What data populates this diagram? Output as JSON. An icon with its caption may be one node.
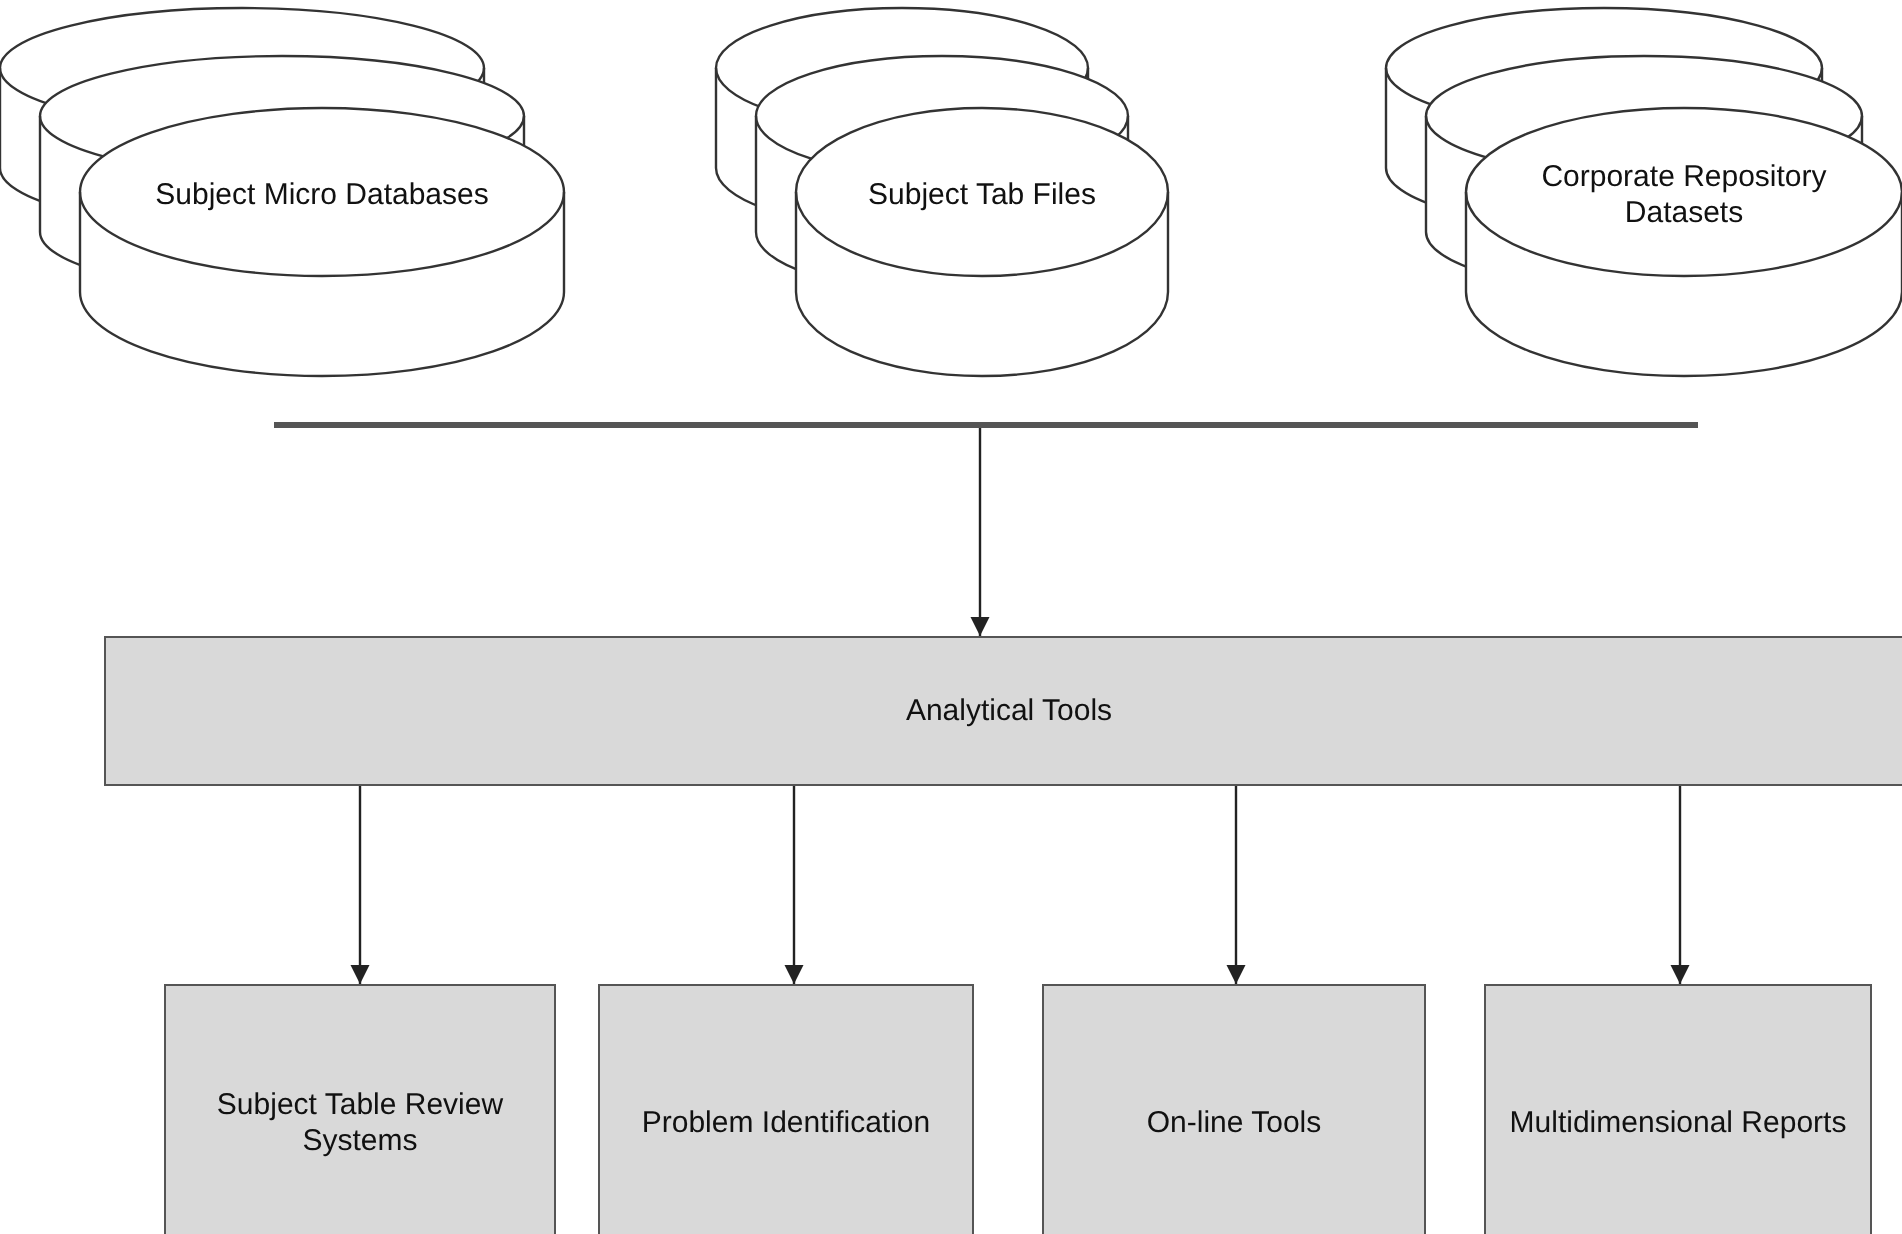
{
  "diagram": {
    "nodes": [
      {
        "text": [
          "Subject Micro Databases"
        ]
      },
      {
        "text": [
          "Subject Tab Files"
        ]
      },
      {
        "text": [
          "Corporate Repository Datasets"
        ]
      },
      {
        "text": [],
        "shape": "bar"
      },
      {
        "text": [
          "Analytical Tools"
        ]
      },
      {
        "text": [
          "Subject Table Review Systems"
        ]
      },
      {
        "text": [
          "Problem Identification"
        ]
      },
      {
        "text": [
          "On-line Tools"
        ]
      },
      {
        "text": [
          "Multidimensional Reports"
        ]
      }
    ],
    "edges": [
      {
        "from": 3,
        "to": 4,
        "arrow": "to"
      },
      {
        "from": 4,
        "to": 5,
        "arrow": "to"
      },
      {
        "from": 4,
        "to": 6,
        "arrow": "to"
      },
      {
        "from": 4,
        "to": 7,
        "arrow": "to"
      },
      {
        "from": 4,
        "to": 8,
        "arrow": "to"
      }
    ]
  }
}
